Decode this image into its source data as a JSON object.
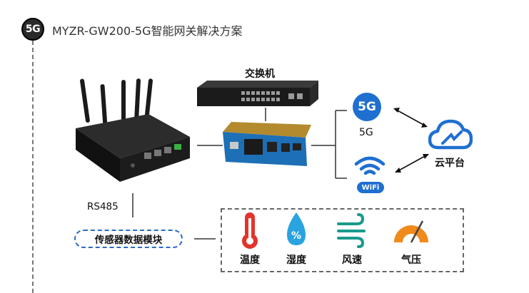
{
  "header": {
    "badge": "5G",
    "title": "MYZR-GW200-5G智能网关解决方案"
  },
  "diagram": {
    "switch_label": "交换机",
    "interface_label": "RS485",
    "sensor_module_label": "传感器数据模块",
    "five_g": {
      "badge": "5G",
      "label": "5G"
    },
    "wifi": {
      "badge": "WiFi"
    },
    "cloud_label": "云平台",
    "sensors": [
      {
        "label": "温度",
        "icon": "thermometer-icon"
      },
      {
        "label": "湿度",
        "icon": "humidity-icon"
      },
      {
        "label": "风速",
        "icon": "wind-icon"
      },
      {
        "label": "气压",
        "icon": "gauge-icon"
      }
    ],
    "colors": {
      "blue": "#1f6fd1",
      "red": "#e2342c",
      "teal": "#1a9a8c",
      "orange": "#f08a1c",
      "dark": "#1e1e1e"
    }
  }
}
